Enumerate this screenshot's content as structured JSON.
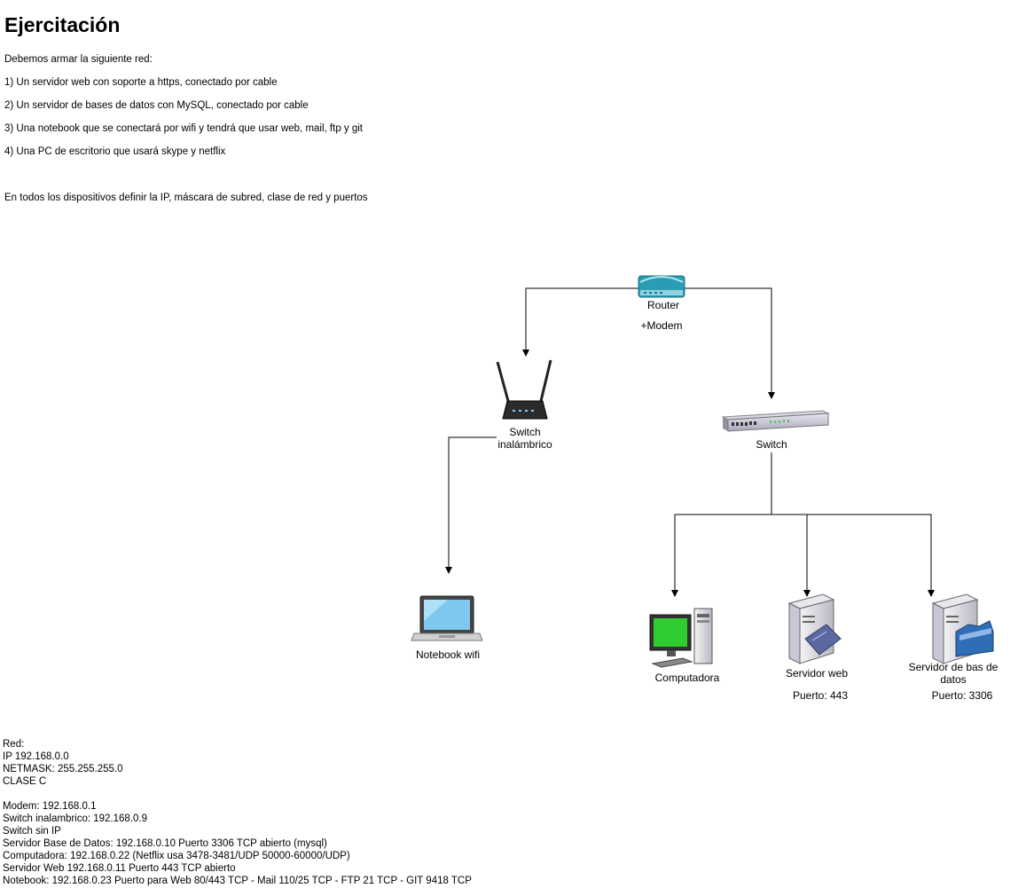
{
  "title": "Ejercitación",
  "intro": [
    "Debemos armar la siguiente red:",
    "1) Un servidor web con soporte a https, conectado por cable",
    "2) Un servidor de bases de datos con MySQL, conectado por cable",
    "3) Una notebook que se conectará por wifi y tendrá que usar web, mail, ftp y git",
    "4) Una PC de escritorio que usará skype y netflix",
    "En todos los dispositivos definir la IP, máscara de subred, clase de red y puertos"
  ],
  "diagram": {
    "router": {
      "label": "Router",
      "sublabel": "+Modem",
      "icon": "router-icon"
    },
    "wireless_switch": {
      "label_line1": "Switch",
      "label_line2": "inalámbrico",
      "icon": "wireless-access-point-icon"
    },
    "switch": {
      "label": "Switch",
      "icon": "network-switch-icon"
    },
    "notebook": {
      "label": "Notebook wifi",
      "icon": "laptop-icon"
    },
    "computer": {
      "label": "Computadora",
      "icon": "desktop-computer-icon"
    },
    "web_server": {
      "label": "Servidor web",
      "port": "Puerto: 443",
      "icon": "web-server-icon"
    },
    "db_server": {
      "label_line1": "Servidor de bas de",
      "label_line2": "datos",
      "port": "Puerto: 3306",
      "icon": "database-server-icon"
    }
  },
  "footer": [
    "Red:",
    "IP 192.168.0.0",
    "NETMASK: 255.255.255.0",
    "CLASE C",
    "",
    "Modem: 192.168.0.1",
    "Switch inalambrico: 192.168.0.9",
    "Switch sin IP",
    "Servidor Base de Datos: 192.168.0.10 Puerto 3306 TCP abierto (mysql)",
    "Computadora: 192.168.0.22 (Netflix usa 3478-3481/UDP 50000-60000/UDP)",
    "Servidor Web 192.168.0.11 Puerto 443 TCP abierto",
    "Notebook: 192.168.0.23 Puerto para Web 80/443 TCP - Mail 110/25 TCP - FTP 21 TCP - GIT 9418 TCP"
  ],
  "colors": {
    "line": "#000000",
    "screen_green": "#2ecc2e",
    "router_teal": "#2a9db5",
    "folder_blue": "#2f6db5"
  }
}
